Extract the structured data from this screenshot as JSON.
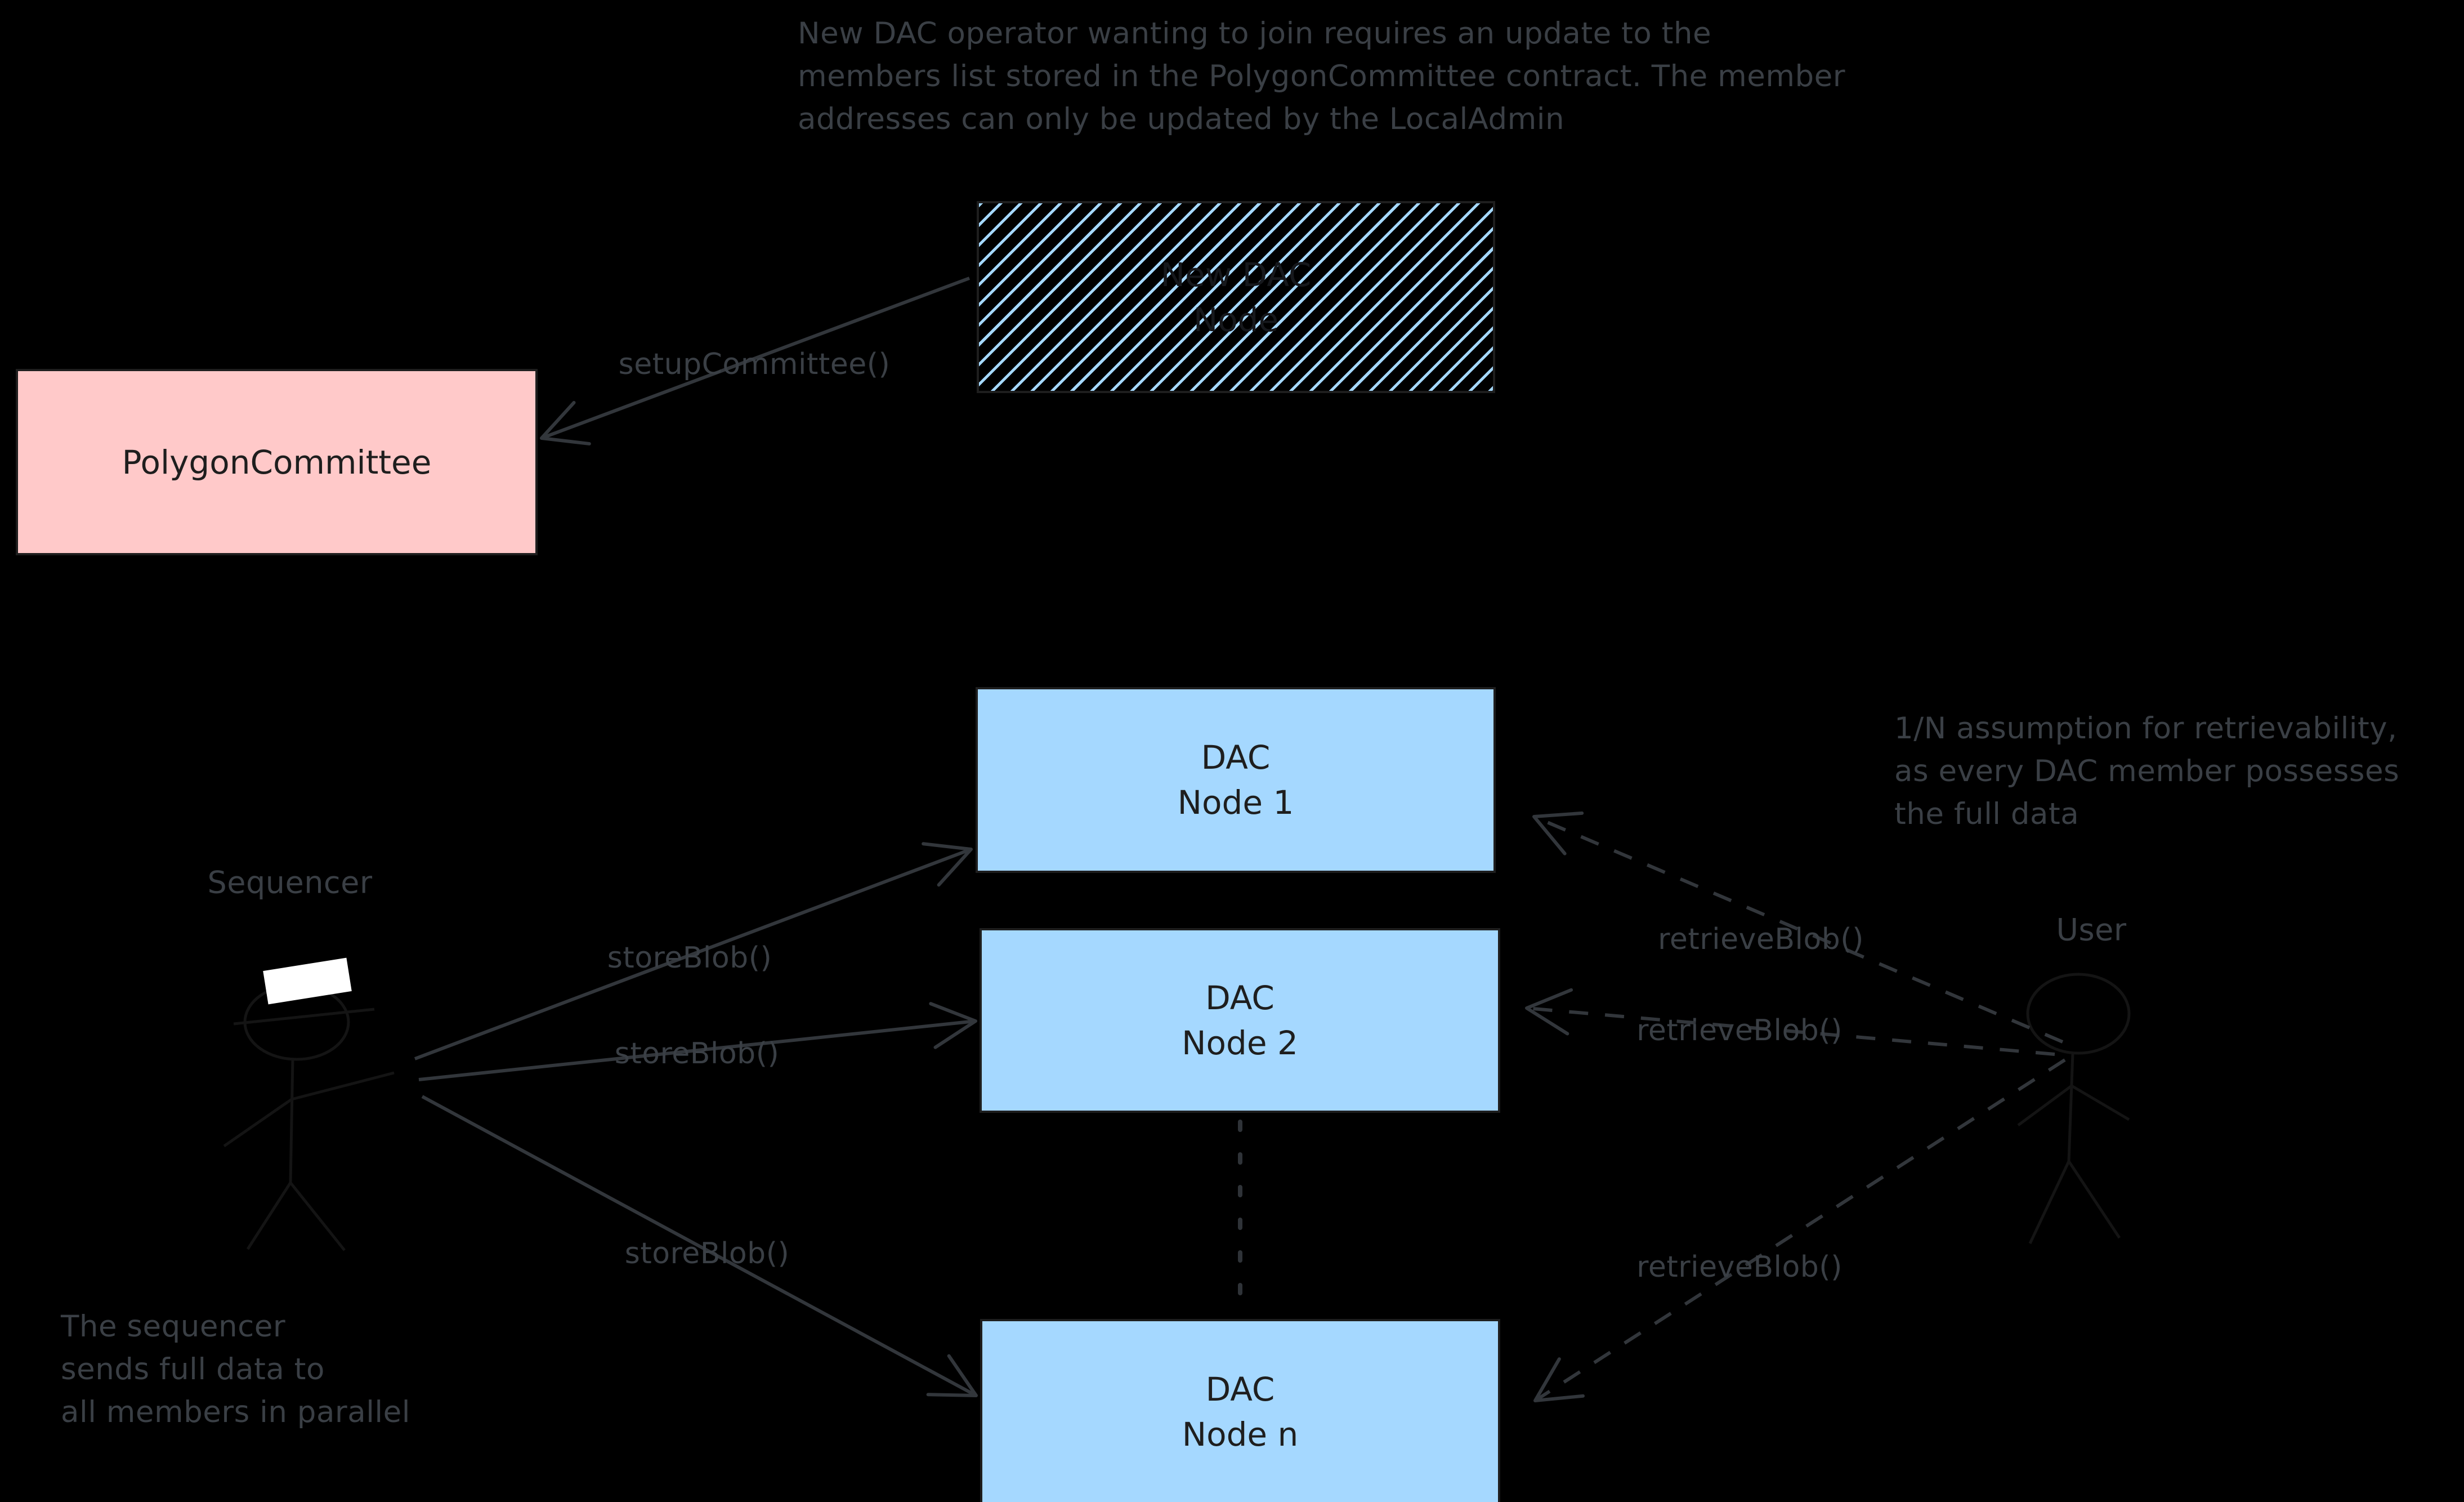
{
  "notes": {
    "top": {
      "lines": [
        "New DAC operator wanting to join requires an update to the",
        "members list stored in the PolygonCommittee contract. The member",
        "addresses can only be updated by the LocalAdmin"
      ]
    },
    "right": {
      "lines": [
        "1/N assumption for retrievability,",
        "as every DAC member possesses",
        "the full data"
      ]
    },
    "bottom_left": {
      "lines": [
        "The sequencer",
        "sends full data to",
        "all members in parallel"
      ]
    }
  },
  "boxes": {
    "new_dac_node": {
      "lines": [
        "New DAC",
        "Node"
      ]
    },
    "polygon_committee": {
      "label": "PolygonCommittee"
    },
    "dac_node_1": {
      "lines": [
        "DAC",
        "Node 1"
      ]
    },
    "dac_node_2": {
      "lines": [
        "DAC",
        "Node 2"
      ]
    },
    "dac_node_n": {
      "lines": [
        "DAC",
        "Node n"
      ]
    }
  },
  "actors": {
    "sequencer": {
      "label": "Sequencer"
    },
    "user": {
      "label": "User"
    }
  },
  "edge_labels": {
    "setup_committee": "setupCommittee()",
    "store_blob_1": "storeBlob()",
    "store_blob_2": "storeBlob()",
    "store_blob_3": "storeBlob()",
    "retrieve_blob_1": "retrieveBlob()",
    "retrieve_blob_2": "retrieveBlob()",
    "retrieve_blob_3": "retrieveBlob()"
  },
  "colors": {
    "background": "#000000",
    "dac_node_fill": "#a5d8ff",
    "committee_fill": "#ffc9c9",
    "hatch_line": "#a5d8ff",
    "shape_stroke": "#1e1e1e",
    "annotation_text": "#3a3f45",
    "arrow": "#32363b",
    "sequencer_hat": "#ffffff"
  }
}
